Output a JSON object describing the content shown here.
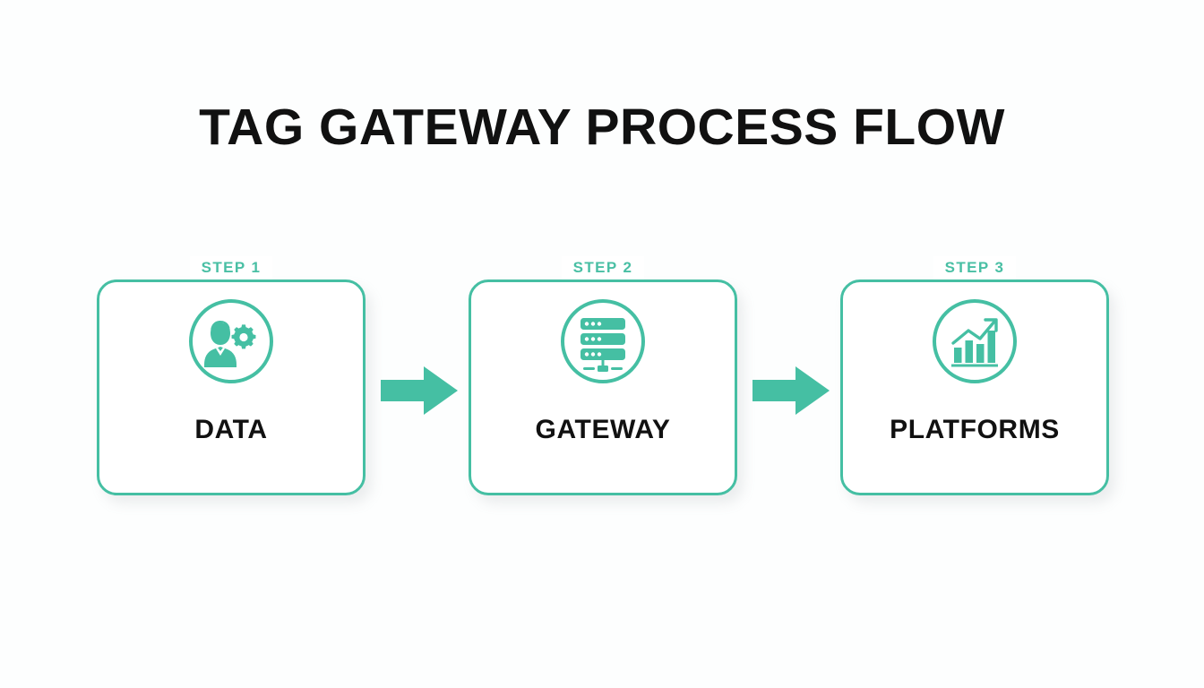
{
  "page": {
    "title": "TAG GATEWAY PROCESS FLOW",
    "background_color": "#fdfefe",
    "accent_color": "#45bfa3",
    "text_color": "#111111"
  },
  "flow": {
    "steps": [
      {
        "step_label": "STEP 1",
        "title": "DATA",
        "icon": "user-gear-icon"
      },
      {
        "step_label": "STEP 2",
        "title": "GATEWAY",
        "icon": "server-stack-icon"
      },
      {
        "step_label": "STEP 3",
        "title": "PLATFORMS",
        "icon": "growth-chart-icon"
      }
    ],
    "connectors": [
      {
        "icon": "arrow-right-icon"
      },
      {
        "icon": "arrow-right-icon"
      }
    ]
  }
}
